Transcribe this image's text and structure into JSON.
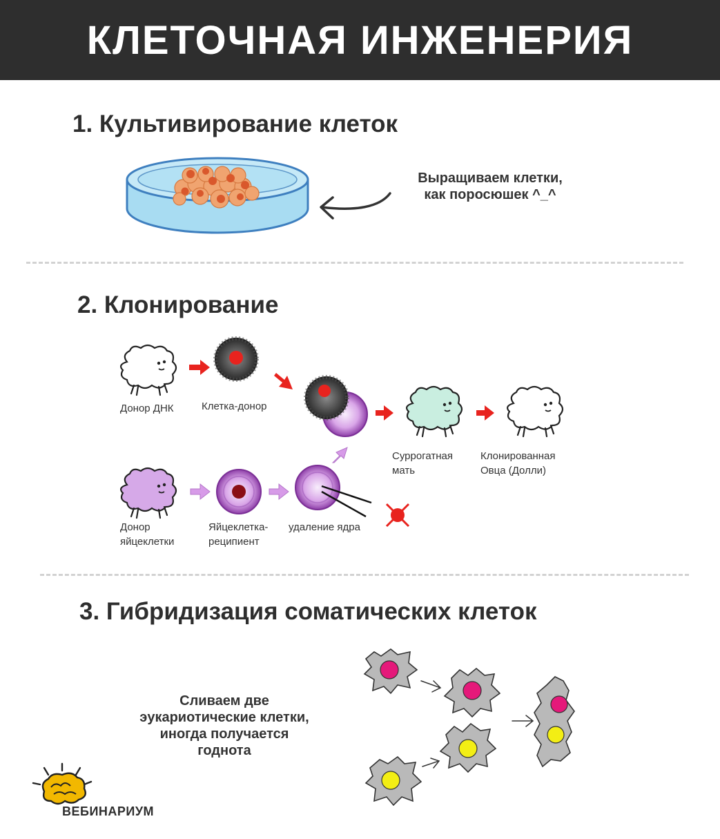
{
  "header": {
    "title": "КЛЕТОЧНАЯ ИНЖЕНЕРИЯ"
  },
  "sections": [
    {
      "title": "1. Культивирование клеток",
      "note_lines": [
        "Выращиваем клетки,",
        "как поросюшек ^_^"
      ]
    },
    {
      "title": "2. Клонирование",
      "labels": {
        "dna_donor": "Донор ДНК",
        "donor_cell": "Клетка-донор",
        "surrogate_line1": "Суррогатная",
        "surrogate_line2": "мать",
        "cloned_line1": "Клонированная",
        "cloned_line2": "Овца (Долли)",
        "egg_donor_line1": "Донор",
        "egg_donor_line2": "яйцеклетки",
        "egg_recipient_line1": "Яйцеклетка-",
        "egg_recipient_line2": "реципиент",
        "nucleus_removal": "удаление ядра"
      }
    },
    {
      "title": "3. Гибридизация соматических клеток",
      "note_lines": [
        "Сливаем две",
        "эукариотические клетки,",
        "иногда получается",
        "годнота"
      ]
    }
  ],
  "brand": {
    "name": "ВЕБИНАРИУМ"
  },
  "colors": {
    "header_bg": "#2e2e2e",
    "arrow_red": "#e8231e",
    "arrow_violet": "#d79be8",
    "nucleus_magenta": "#e5197a",
    "nucleus_yellow": "#f3ee14",
    "dish_blue": "#a8dcf2",
    "surrogate_green": "#c9eee0",
    "egg_donor_violet": "#d6a9e8",
    "brain_yellow": "#f2b800"
  }
}
